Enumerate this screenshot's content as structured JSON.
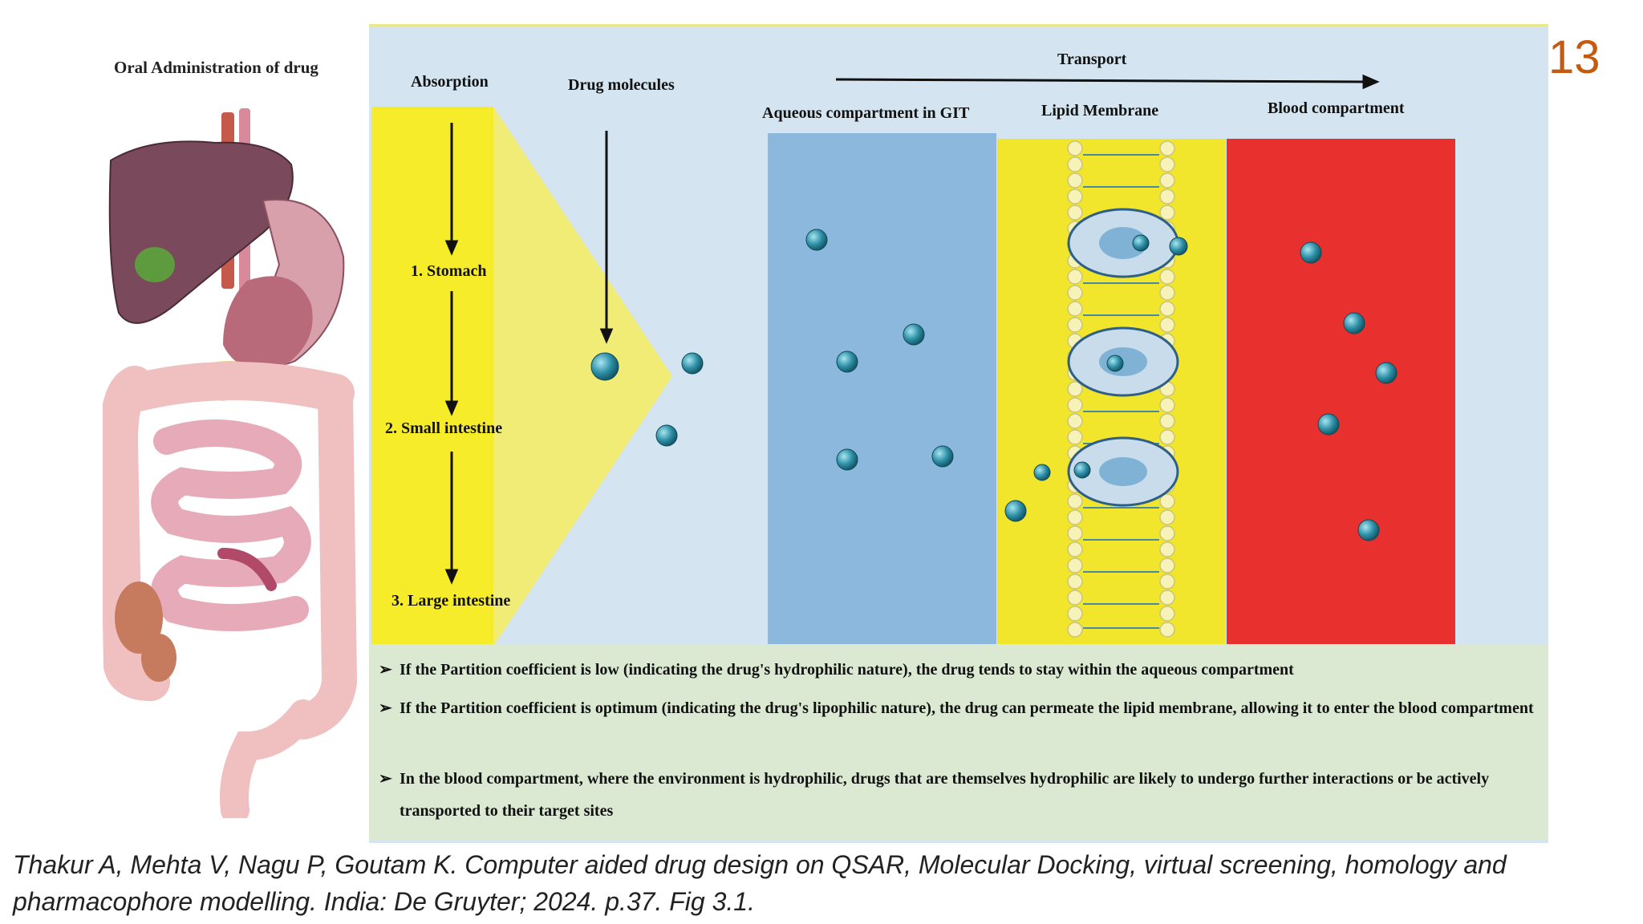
{
  "slide_number": "13",
  "anatomy": {
    "title": "Oral Administration  of drug"
  },
  "figure": {
    "absorption_label": "Absorption",
    "drug_molecules_label": "Drug molecules",
    "transport_label": "Transport",
    "stages": [
      "1. Stomach",
      "2. Small intestine",
      "3. Large intestine"
    ],
    "compartments": [
      "Aqueous compartment  in GIT",
      "Lipid  Membrane",
      "Blood compartment"
    ],
    "colors": {
      "panel_bg": "#d4e5f1",
      "absorption_yellow": "#f7ec2a",
      "triangle_yellow": "#f0ec76",
      "aqueous_blue": "#8cb8de",
      "lipid_yellow": "#f2e62c",
      "blood_red": "#e8302f",
      "notes_bg": "#dbe9d3",
      "molecule": "#2e8fa6"
    }
  },
  "notes": [
    "If the Partition  coefficient  is low  (indicating  the drug's  hydrophilic  nature), the drug  tends to stay within  the aqueous compartment",
    "If the Partition coefficient is optimum (indicating the drug's lipophilic nature), the drug can permeate the lipid membrane, allowing it to enter the blood compartment",
    "In the blood compartment, where the environment is hydrophilic, drugs that are themselves hydrophilic are likely to undergo further interactions or be actively transported  to their target sites"
  ],
  "citation": "Thakur A, Mehta V, Nagu P, Goutam K. Computer aided drug design on QSAR, Molecular Docking, virtual screening, homology and pharmacophore modelling. India: De Gruyter; 2024. p.37. Fig 3.1."
}
